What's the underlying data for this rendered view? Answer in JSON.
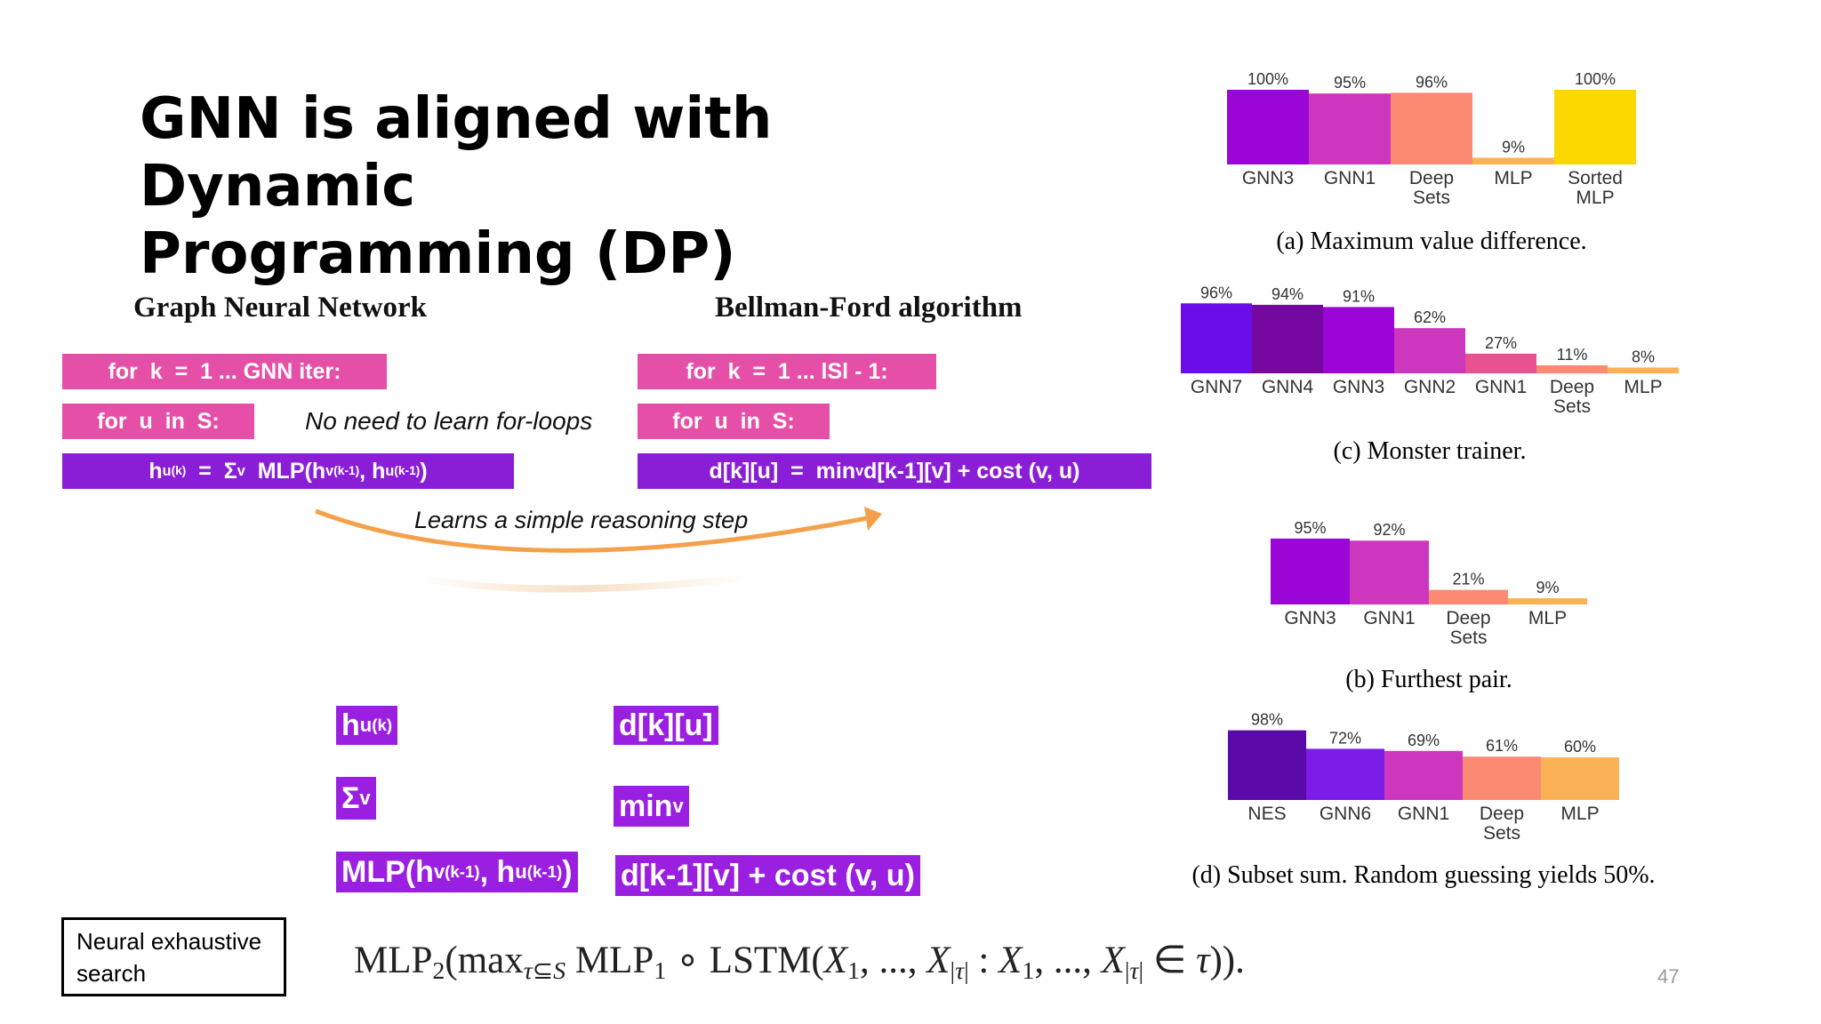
{
  "title_line1": "GNN is aligned with Dynamic",
  "title_line2": "Programming (DP)",
  "gnn_heading": "Graph Neural Network",
  "bf_heading": "Bellman-Ford algorithm",
  "no_loops_note": "No need to learn for-loops",
  "arrow_note": "Learns a simple reasoning step",
  "nes_label_line1": "Neural exhaustive",
  "nes_label_line2": "search",
  "page_number": "47",
  "colors": {
    "pink": "#e64fa8",
    "purple": "#8a1ed6",
    "arrow": "#f5a04a"
  },
  "chart_data": [
    {
      "type": "bar",
      "caption": "(a) Maximum value difference.",
      "categories": [
        [
          "GNN3"
        ],
        [
          "GNN1"
        ],
        [
          "Deep",
          "Sets"
        ],
        [
          "MLP"
        ],
        [
          "Sorted",
          "MLP"
        ]
      ],
      "labels": [
        "100%",
        "95%",
        "96%",
        "9%",
        "100%"
      ],
      "values": [
        100,
        95,
        96,
        9,
        100
      ],
      "colors": [
        "#9a06d6",
        "#cc37be",
        "#fb8a72",
        "#fbb256",
        "#fcd700"
      ]
    },
    {
      "type": "bar",
      "caption": "(c) Monster trainer.",
      "categories": [
        [
          "GNN7"
        ],
        [
          "GNN4"
        ],
        [
          "GNN3"
        ],
        [
          "GNN2"
        ],
        [
          "GNN1"
        ],
        [
          "Deep",
          "Sets"
        ],
        [
          "MLP"
        ]
      ],
      "labels": [
        "96%",
        "94%",
        "91%",
        "62%",
        "27%",
        "11%",
        "8%"
      ],
      "values": [
        96,
        94,
        91,
        62,
        27,
        11,
        8
      ],
      "colors": [
        "#6a0de8",
        "#74089f",
        "#9a06d6",
        "#cc37be",
        "#e9528f",
        "#fb8a72",
        "#fbb256"
      ]
    },
    {
      "type": "bar",
      "caption": "(b) Furthest pair.",
      "categories": [
        [
          "GNN3"
        ],
        [
          "GNN1"
        ],
        [
          "Deep",
          "Sets"
        ],
        [
          "MLP"
        ]
      ],
      "labels": [
        "95%",
        "92%",
        "21%",
        "9%"
      ],
      "values": [
        95,
        92,
        21,
        9
      ],
      "colors": [
        "#9a06d6",
        "#cc37be",
        "#fb8a72",
        "#fbb256"
      ]
    },
    {
      "type": "bar",
      "caption": "(d) Subset sum. Random guessing yields 50%.",
      "categories": [
        [
          "NES"
        ],
        [
          "GNN6"
        ],
        [
          "GNN1"
        ],
        [
          "Deep",
          "Sets"
        ],
        [
          "MLP"
        ]
      ],
      "labels": [
        "98%",
        "72%",
        "69%",
        "61%",
        "60%"
      ],
      "values": [
        98,
        72,
        69,
        61,
        60
      ],
      "colors": [
        "#5a0aa8",
        "#7b1ce8",
        "#cc37be",
        "#fb8a72",
        "#fbb256"
      ]
    }
  ]
}
